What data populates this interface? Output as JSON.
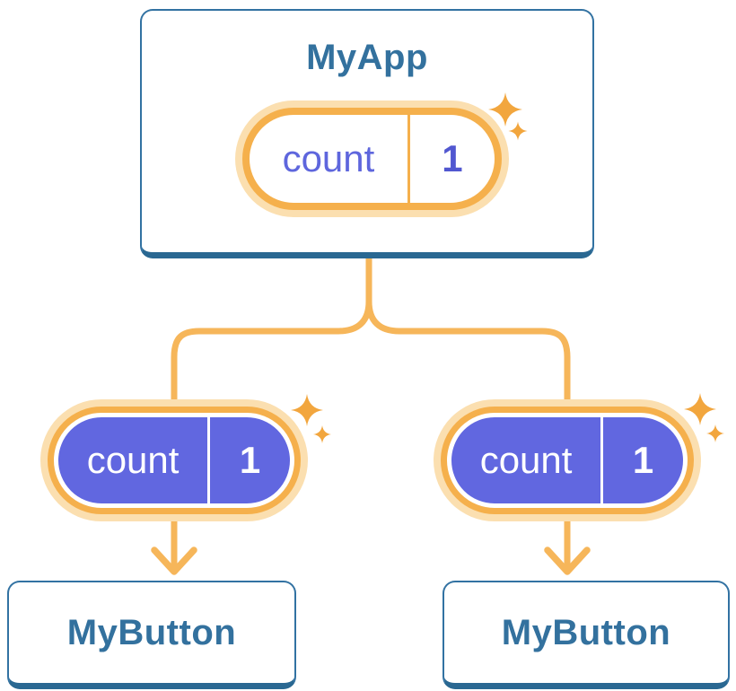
{
  "colors": {
    "background": "#ffffff",
    "card_border": "#3272a2",
    "card_bottom_edge": "#2a6892",
    "heading_text": "#33719e",
    "pill_ring": "#f5b04c",
    "pill_halo": "#fbdfb0",
    "state_fill_purple": "#6167e0",
    "state_label_text": "#5e66dd",
    "state_value_text": "#5157d0",
    "state_text_on_fill": "#ffffff",
    "connector": "#f6b65a",
    "sparkle": "#f2a63e"
  },
  "icons": {
    "sparkle": "✦",
    "arrow_down": "↓"
  },
  "tree": {
    "root": {
      "title": "MyApp",
      "state": {
        "label": "count",
        "value": "1"
      }
    },
    "children": [
      {
        "title": "MyButton",
        "state": {
          "label": "count",
          "value": "1"
        }
      },
      {
        "title": "MyButton",
        "state": {
          "label": "count",
          "value": "1"
        }
      }
    ]
  }
}
